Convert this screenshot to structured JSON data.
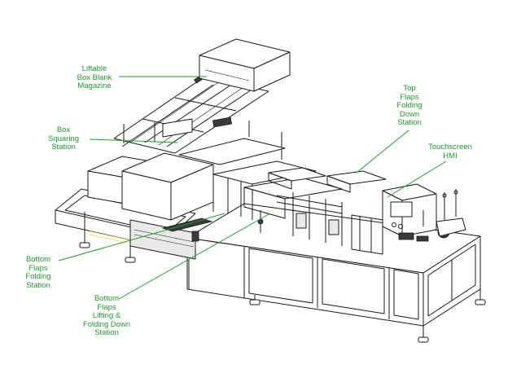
{
  "labels": {
    "magazine": "Liftable\nBox Blank\nMagazine",
    "squaring": "Box\nSquaring\nStation",
    "top_flaps": "Top\nFlaps\nFolding\nDown\nStation",
    "hmi": "Touchscreen\nHMI",
    "bottom_flaps": "Bottom\nFlaps\nFolding\nStation",
    "bottom_lifting": "Bottom\nFlaps\nLifting &\nFolding Down\nStation"
  },
  "colors": {
    "label": "#1f9a2e",
    "line": "#1a1a1a",
    "accent_yellow": "#e6e07a"
  }
}
